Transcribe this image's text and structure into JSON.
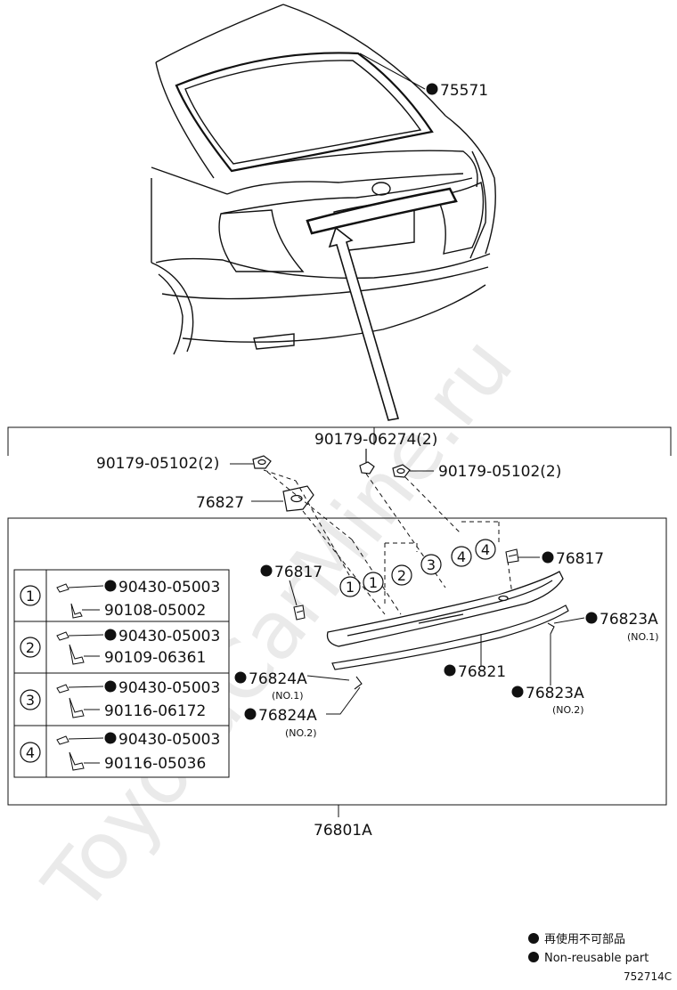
{
  "watermark": "ToyotaCarMine.ru",
  "parts": {
    "p75571": "75571",
    "p90179_06274": "90179-06274(2)",
    "p90179_05102_left": "90179-05102(2)",
    "p90179_05102_right": "90179-05102(2)",
    "p76827": "76827",
    "p76817_left": "76817",
    "p76817_right": "76817",
    "p76823A_no1": "76823A",
    "p76823A_no1_sub": "(NO.1)",
    "p76821": "76821",
    "p76824A_no1": "76824A",
    "p76824A_no1_sub": "(NO.1)",
    "p76823A_no2": "76823A",
    "p76823A_no2_sub": "(NO.2)",
    "p76824A_no2": "76824A",
    "p76824A_no2_sub": "(NO.2)",
    "assembly": "76801A"
  },
  "callout_numbers": [
    "1",
    "1",
    "2",
    "3",
    "4",
    "4"
  ],
  "fastener_table": [
    {
      "index": "1",
      "top": "90430-05003",
      "bottom": "90108-05002"
    },
    {
      "index": "2",
      "top": "90430-05003",
      "bottom": "90109-06361"
    },
    {
      "index": "3",
      "top": "90430-05003",
      "bottom": "90116-06172"
    },
    {
      "index": "4",
      "top": "90430-05003",
      "bottom": "90116-05036"
    }
  ],
  "legend": {
    "line1": "再使用不可部品",
    "line2": "Non-reusable part"
  },
  "figure_code": "752714C"
}
